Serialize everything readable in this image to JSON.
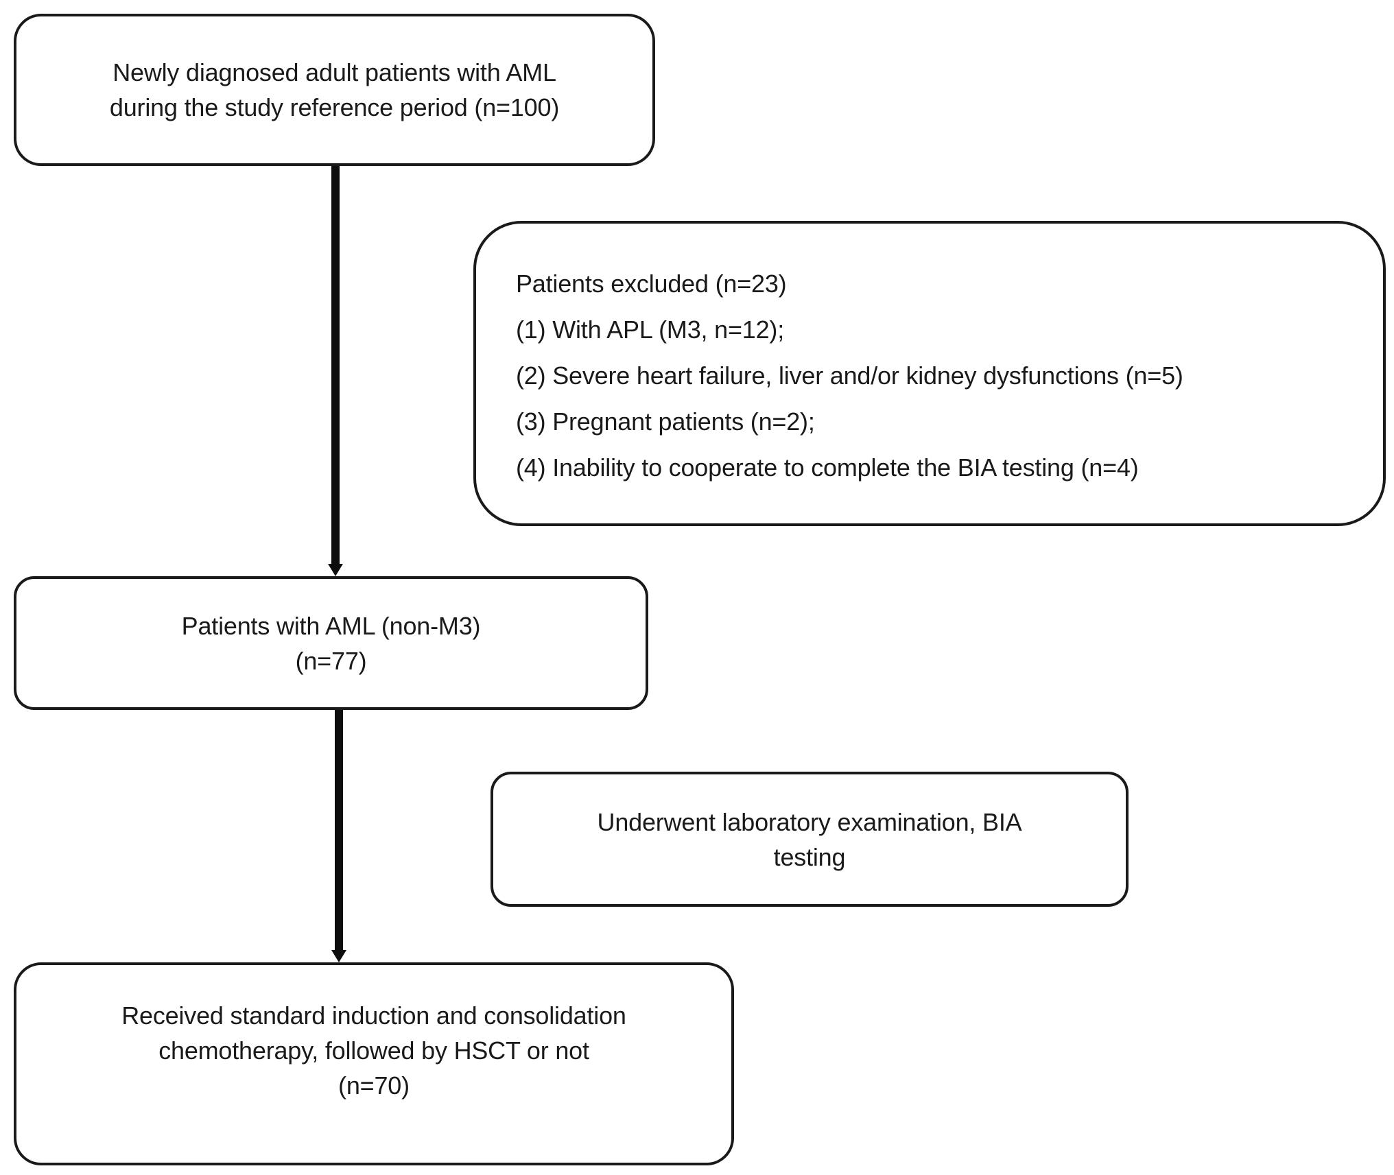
{
  "flowchart": {
    "diagnosed": {
      "line1": "Newly diagnosed adult patients with AML",
      "line2": "during the study reference period (n=100)"
    },
    "excluded": {
      "title": "Patients excluded (n=23)",
      "items": [
        "(1) With APL (M3, n=12);",
        "(2) Severe heart failure, liver and/or kidney dysfunctions (n=5)",
        "(3) Pregnant patients (n=2);",
        "(4) Inability to cooperate to complete the BIA testing (n=4)"
      ]
    },
    "aml_non_m3": {
      "line1": "Patients with AML (non-M3)",
      "line2": "(n=77)"
    },
    "lab_exam": {
      "line1": "Underwent laboratory examination, BIA",
      "line2": "testing"
    },
    "chemotherapy": {
      "line1": "Received standard induction and consolidation",
      "line2": "chemotherapy, followed by HSCT or not",
      "line3": "(n=70)"
    }
  },
  "colors": {
    "stroke": "#1a1a1a",
    "arrow": "#0d0d0d",
    "background": "#ffffff"
  }
}
